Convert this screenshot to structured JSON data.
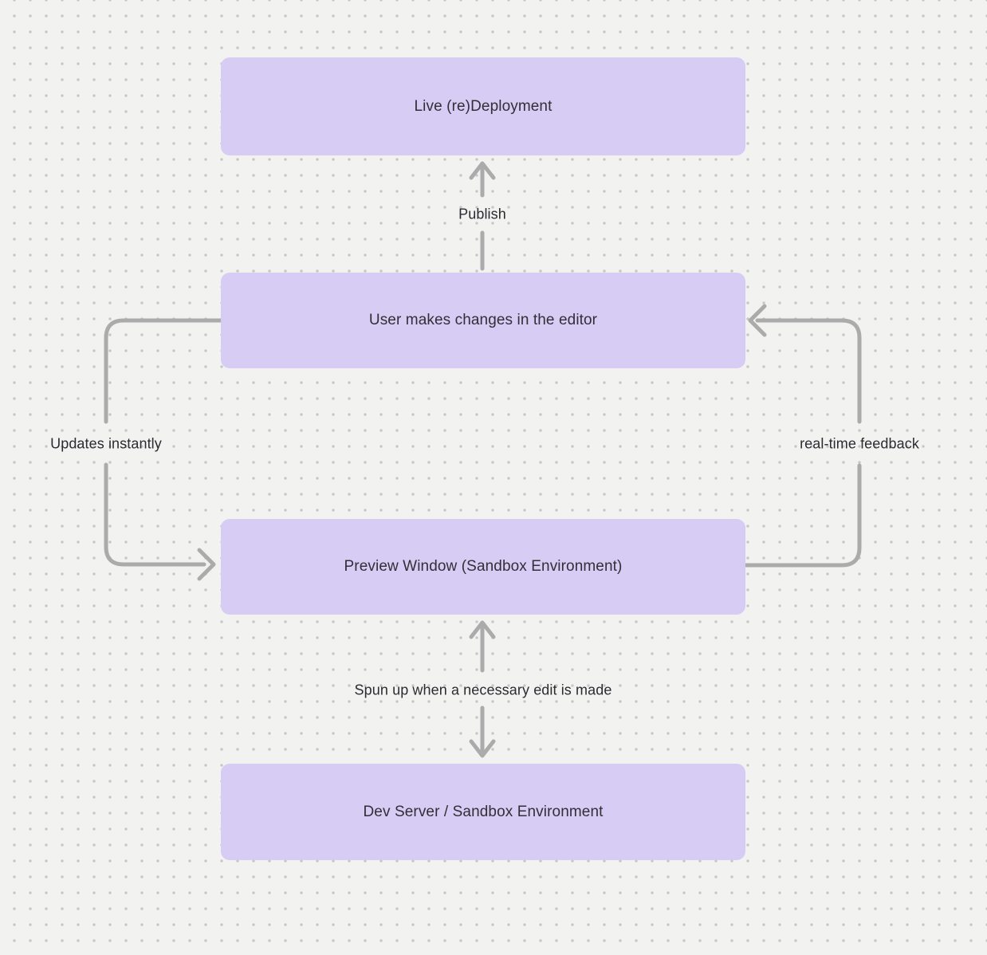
{
  "canvas": {
    "background_color": "#f2f2f1",
    "dot_color": "#c7c7c7",
    "node_fill_color": "#d7ccf3",
    "node_text_color": "#312f38",
    "arrow_color": "#ababab"
  },
  "nodes": [
    {
      "id": "live-redeployment",
      "label": "Live (re)Deployment"
    },
    {
      "id": "user-editor",
      "label": "User makes changes in the editor"
    },
    {
      "id": "preview-window",
      "label": "Preview Window (Sandbox Environment)"
    },
    {
      "id": "dev-server",
      "label": "Dev Server / Sandbox Environment"
    }
  ],
  "edges": [
    {
      "label": "Publish",
      "from": "user-editor",
      "to": "live-redeployment",
      "direction": "up"
    },
    {
      "label": "Updates instantly",
      "from": "user-editor",
      "to": "preview-window",
      "direction": "down-left-loop"
    },
    {
      "label": "real-time feedback",
      "from": "preview-window",
      "to": "user-editor",
      "direction": "up-right-loop"
    },
    {
      "label": "Spun up when a necessary edit is made",
      "from": "preview-window",
      "to": "dev-server",
      "direction": "bidirectional"
    }
  ]
}
